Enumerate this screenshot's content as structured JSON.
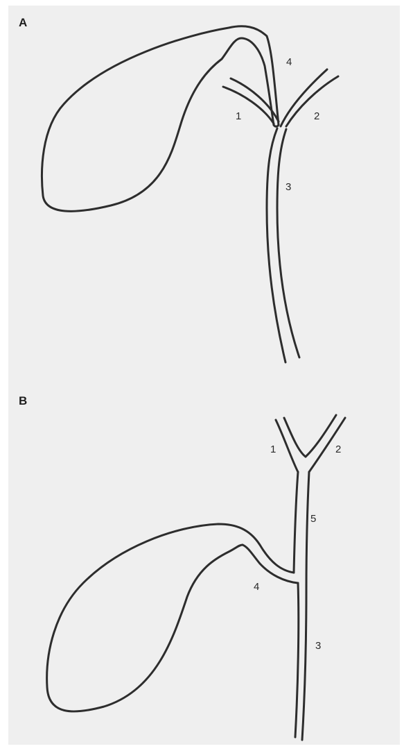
{
  "panels": [
    {
      "label": "A",
      "numbers": {
        "n1": "1",
        "n2": "2",
        "n3": "3",
        "n4": "4"
      }
    },
    {
      "label": "B",
      "numbers": {
        "n1": "1",
        "n2": "2",
        "n3": "3",
        "n4": "4",
        "n5": "5"
      }
    }
  ],
  "colors": {
    "stroke": "#2d2d2d",
    "background": "#efefef"
  }
}
